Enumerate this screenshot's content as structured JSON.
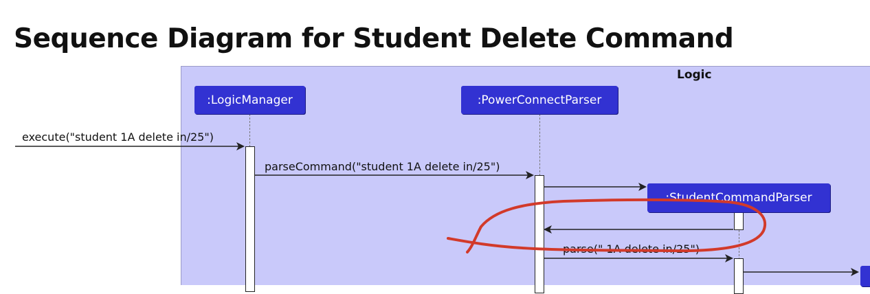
{
  "title": "Sequence Diagram for Student Delete Command",
  "frame": {
    "label": "Logic"
  },
  "participants": {
    "logic_manager": ":LogicManager",
    "power_connect_parser": ":PowerConnectParser",
    "student_command_parser": ":StudentCommandParser"
  },
  "messages": {
    "execute": "execute(\"student 1A delete in/25\")",
    "parse_command": "parseCommand(\"student 1A delete in/25\")",
    "parse": "parse(\" 1A delete in/25\")"
  },
  "annotation": {
    "color": "#d23a2a"
  },
  "colors": {
    "participant": "#3232d2",
    "frame": "#c9c9fa"
  }
}
